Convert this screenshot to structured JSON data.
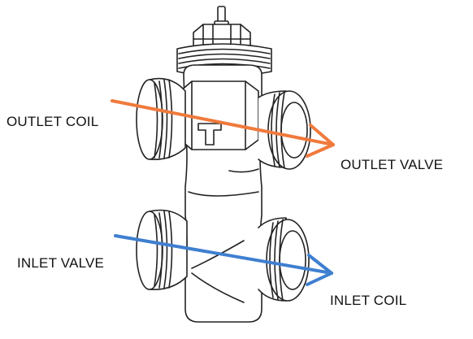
{
  "labels": {
    "outlet_coil": "OUTLET COIL",
    "outlet_valve": "OUTLET VALVE",
    "inlet_valve": "INLET VALVE",
    "inlet_coil": "INLET COIL"
  },
  "colors": {
    "outlet_flow": "#F07A3C",
    "inlet_flow": "#3F7FD0",
    "line": "#222222",
    "background": "#FFFFFF"
  }
}
